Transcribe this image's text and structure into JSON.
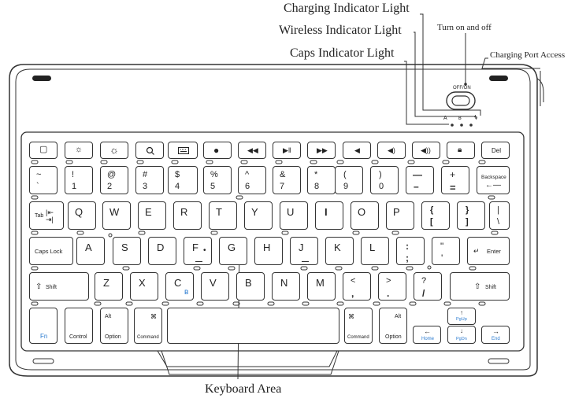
{
  "callouts": {
    "charging_indicator": "Charging Indicator Light",
    "wireless_indicator": "Wireless Indicator Light",
    "caps_indicator": "Caps Indicator Light",
    "power_button": "Turn on and off",
    "charging_port": "Charging Port Access",
    "keyboard_area": "Keyboard Area",
    "power_label": "OFF/ON",
    "indicator_caps_glyph": "A",
    "indicator_wireless_glyph": "ʙ"
  },
  "rows": {
    "function": [
      "home-icon",
      "brightness-down-icon",
      "brightness-up-icon",
      "search-icon",
      "keyboard-icon",
      "globe-icon",
      "rewind-icon",
      "play-pause-icon",
      "fast-forward-icon",
      "mute-icon",
      "volume-down-icon",
      "volume-up-icon",
      "lock-icon",
      "Del"
    ],
    "number": [
      [
        "~",
        "`"
      ],
      [
        "!",
        "1"
      ],
      [
        "@",
        "2"
      ],
      [
        "#",
        "3"
      ],
      [
        "$",
        "4"
      ],
      [
        "%",
        "5"
      ],
      [
        "^",
        "6"
      ],
      [
        "&",
        "7"
      ],
      [
        "*",
        "8"
      ],
      [
        "(",
        "9"
      ],
      [
        ")",
        "0"
      ],
      [
        "—",
        "–"
      ],
      [
        "+",
        "="
      ],
      [
        "Backspace",
        ""
      ]
    ],
    "qwerty": [
      "Tab",
      "Q",
      "W",
      "E",
      "R",
      "T",
      "Y",
      "U",
      "I",
      "O",
      "P",
      [
        "{",
        "["
      ],
      [
        "}",
        "]"
      ],
      [
        "|",
        "\\"
      ]
    ],
    "home": [
      "Caps Lock",
      "A",
      "S",
      "D",
      "F",
      "G",
      "H",
      "J",
      "K",
      "L",
      [
        ":",
        ";"
      ],
      [
        "\"",
        "'"
      ],
      "Enter"
    ],
    "shift": [
      "Shift",
      "Z",
      "X",
      "C",
      "V",
      "B",
      "N",
      "M",
      [
        "<",
        ","
      ],
      [
        ">",
        "."
      ],
      [
        "?",
        "/"
      ],
      "Shift"
    ],
    "bottom": {
      "fn": "Fn",
      "control": "Control",
      "alt_left": "Alt",
      "option_left": "Option",
      "cmd_symbol": "⌘",
      "command_left": "Command",
      "command_right": "Command",
      "alt_right": "Alt",
      "option_right": "Option",
      "pgup": "PgUp",
      "pgdn": "PgDn",
      "home": "Home",
      "end": "End"
    }
  }
}
